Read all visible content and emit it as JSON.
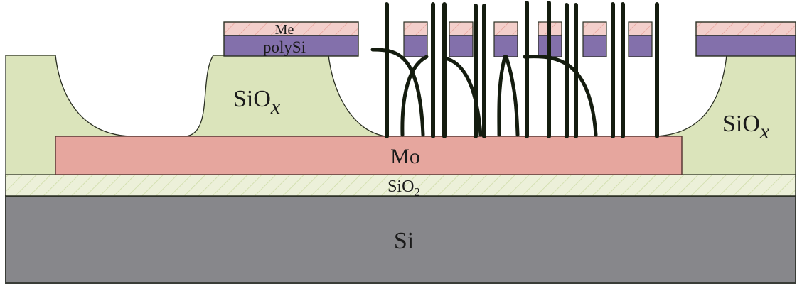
{
  "diagram": {
    "type": "device-cross-section",
    "colors": {
      "si": "#87878b",
      "sio2": "#ecf0d9",
      "sio2_hatch": "#cfdca8",
      "mo": "#e6a69e",
      "siox": "#dbe4bb",
      "polysi": "#8370ab",
      "me": "#f3cfcb",
      "me_hatch": "#e59a92",
      "nanotube": "#141c0f",
      "outline": "#2a2f22"
    },
    "layers": {
      "si": {
        "label": "Si"
      },
      "sio2": {
        "label": "SiO",
        "sub": "2"
      },
      "mo": {
        "label": "Mo"
      },
      "siox_left": {
        "label": "SiO",
        "sub": "x"
      },
      "siox_right": {
        "label": "SiO",
        "sub": "x"
      },
      "me": {
        "label": "Me"
      },
      "polysi": {
        "label": "polySi"
      }
    }
  }
}
